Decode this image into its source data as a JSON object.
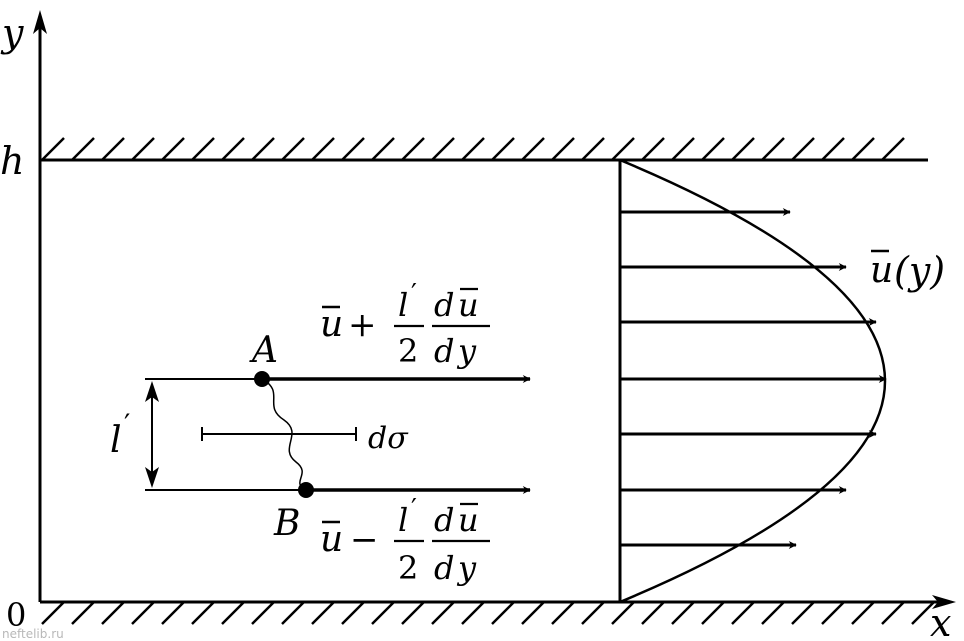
{
  "axes": {
    "y_label": "y",
    "x_label": "x",
    "h_label": "h",
    "origin_label": "0"
  },
  "profile": {
    "label_u": "u",
    "label_y": "(y)"
  },
  "point_a": {
    "label": "A",
    "expr": {
      "u": "u",
      "op": "+",
      "l": "l",
      "prime": "′",
      "two": "2",
      "d1": "d",
      "u2": "u",
      "d2": "d",
      "y": "y"
    }
  },
  "point_b": {
    "label": "B",
    "expr": {
      "u": "u",
      "op": "−",
      "l": "l",
      "prime": "′",
      "two": "2",
      "d1": "d",
      "u2": "u",
      "d2": "d",
      "y": "y"
    }
  },
  "mixing_length": {
    "l": "l",
    "prime": "′"
  },
  "area_element": "dσ",
  "watermark": "neftelib.ru"
}
